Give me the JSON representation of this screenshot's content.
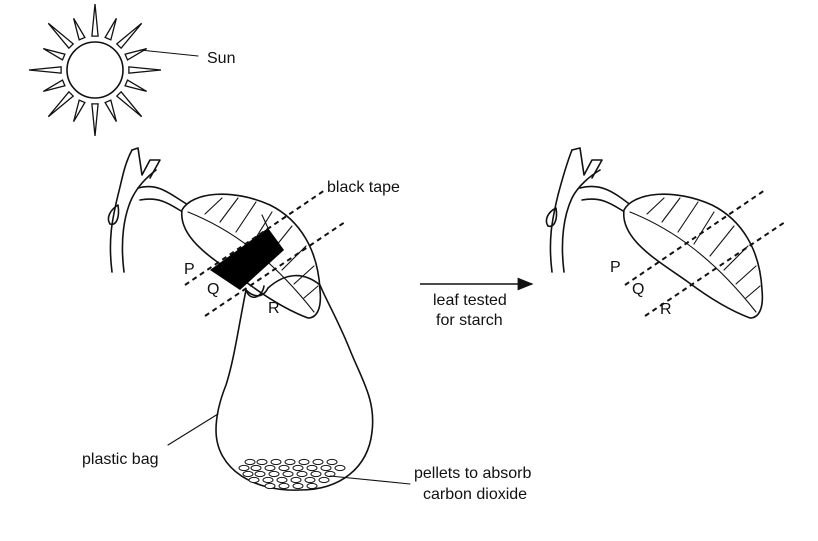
{
  "labels": {
    "sun": "Sun",
    "black_tape": "black tape",
    "p": "P",
    "q": "Q",
    "r": "R",
    "arrow_line1": "leaf tested",
    "arrow_line2": "for starch",
    "plastic_bag": "plastic bag",
    "pellets_line1": "pellets to absorb",
    "pellets_line2": "carbon dioxide"
  },
  "colors": {
    "ink": "#111111",
    "tape": "#000000",
    "background": "#ffffff"
  }
}
